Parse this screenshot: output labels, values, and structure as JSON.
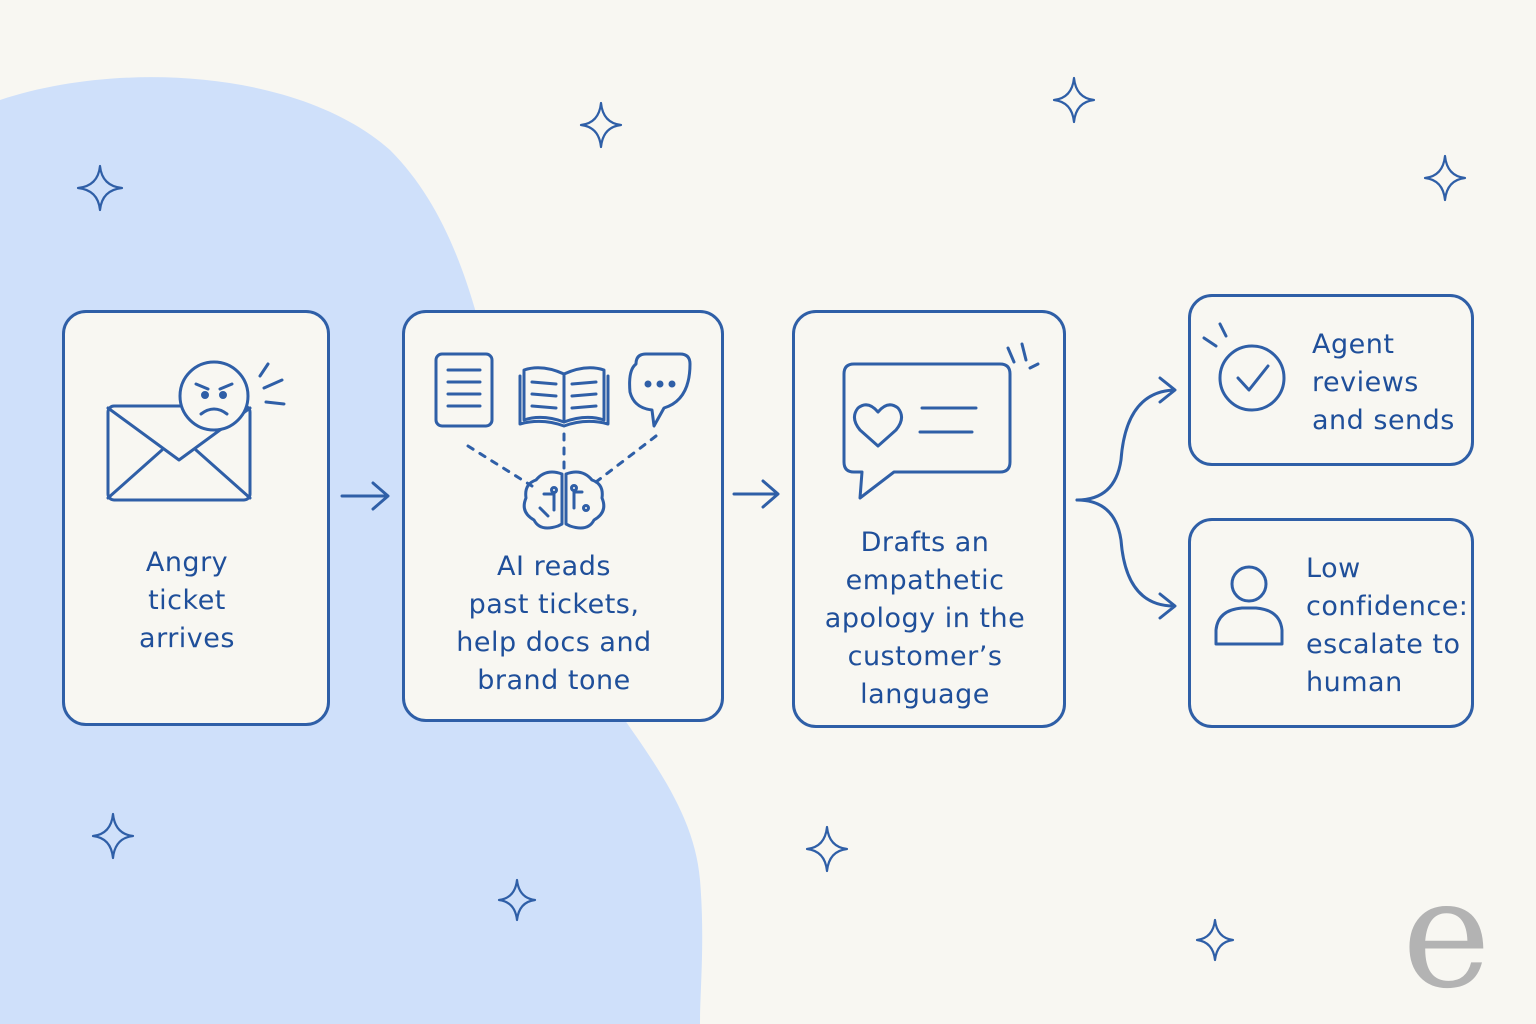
{
  "colors": {
    "background": "#f8f7f2",
    "blob": "#cfe0fa",
    "ink": "#2f5fa7",
    "text": "#1f4f9a",
    "watermark": "#b3b3b3"
  },
  "steps": [
    {
      "text": "Angry\nticket\narrives",
      "icons": [
        "envelope-icon",
        "angry-face-icon"
      ]
    },
    {
      "text": "AI reads\npast tickets,\nhelp docs and\nbrand tone",
      "icons": [
        "document-icon",
        "open-book-icon",
        "chat-bubble-icon",
        "brain-icon"
      ]
    },
    {
      "text": "Drafts an\nempathetic\napology in the\ncustomer’s\nlanguage",
      "icons": [
        "heart-message-icon"
      ]
    }
  ],
  "outcomes": [
    {
      "text": "Agent\nreviews\nand sends",
      "icon": "check-circle-icon"
    },
    {
      "text": "Low\nconfidence:\nescalate to\nhuman",
      "icon": "person-icon"
    }
  ],
  "watermark": "e"
}
